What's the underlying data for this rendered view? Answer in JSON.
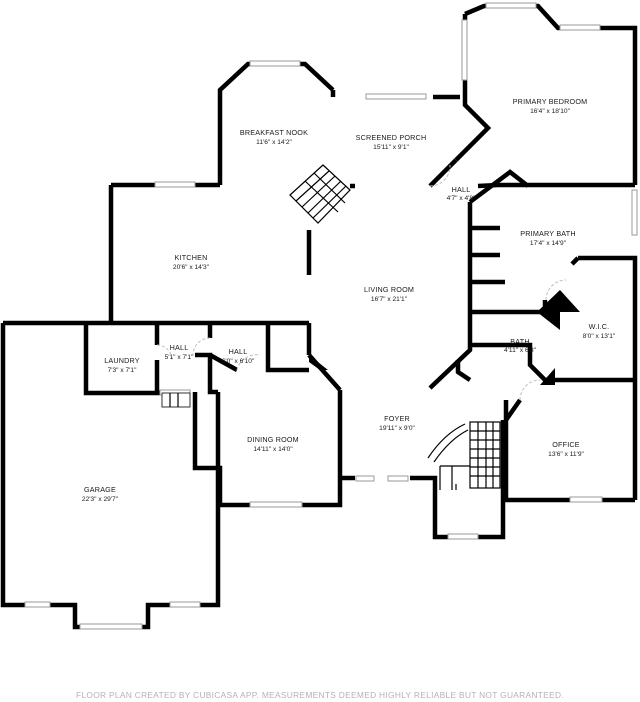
{
  "rooms": [
    {
      "name": "PRIMARY BEDROOM",
      "dim": "16'4\" x 18'10\""
    },
    {
      "name": "BREAKFAST NOOK",
      "dim": "11'6\" x 14'2\""
    },
    {
      "name": "SCREENED PORCH",
      "dim": "15'11\" x 9'1\""
    },
    {
      "name": "HALL",
      "dim": "4'7\" x 4'8\""
    },
    {
      "name": "PRIMARY BATH",
      "dim": "17'4\" x 14'9\""
    },
    {
      "name": "KITCHEN",
      "dim": "20'6\" x 14'3\""
    },
    {
      "name": "LIVING ROOM",
      "dim": "16'7\" x 21'1\""
    },
    {
      "name": "W.I.C.",
      "dim": "8'0\" x 13'1\""
    },
    {
      "name": "LAUNDRY",
      "dim": "7'3\" x 7'1\""
    },
    {
      "name": "HALL",
      "dim": "5'1\" x 7'1\""
    },
    {
      "name": "HALL",
      "dim": "6'0\" x 6'10\""
    },
    {
      "name": "BATH",
      "dim": "4'11\" x 6'8\""
    },
    {
      "name": "FOYER",
      "dim": "19'11\" x 9'0\""
    },
    {
      "name": "DINING ROOM",
      "dim": "14'11\" x 14'0\""
    },
    {
      "name": "OFFICE",
      "dim": "13'6\" x 11'9\""
    },
    {
      "name": "GARAGE",
      "dim": "22'3\" x 29'7\""
    }
  ],
  "footer": "FLOOR PLAN CREATED BY CUBICASA APP. MEASUREMENTS DEEMED HIGHLY RELIABLE BUT NOT GUARANTEED."
}
